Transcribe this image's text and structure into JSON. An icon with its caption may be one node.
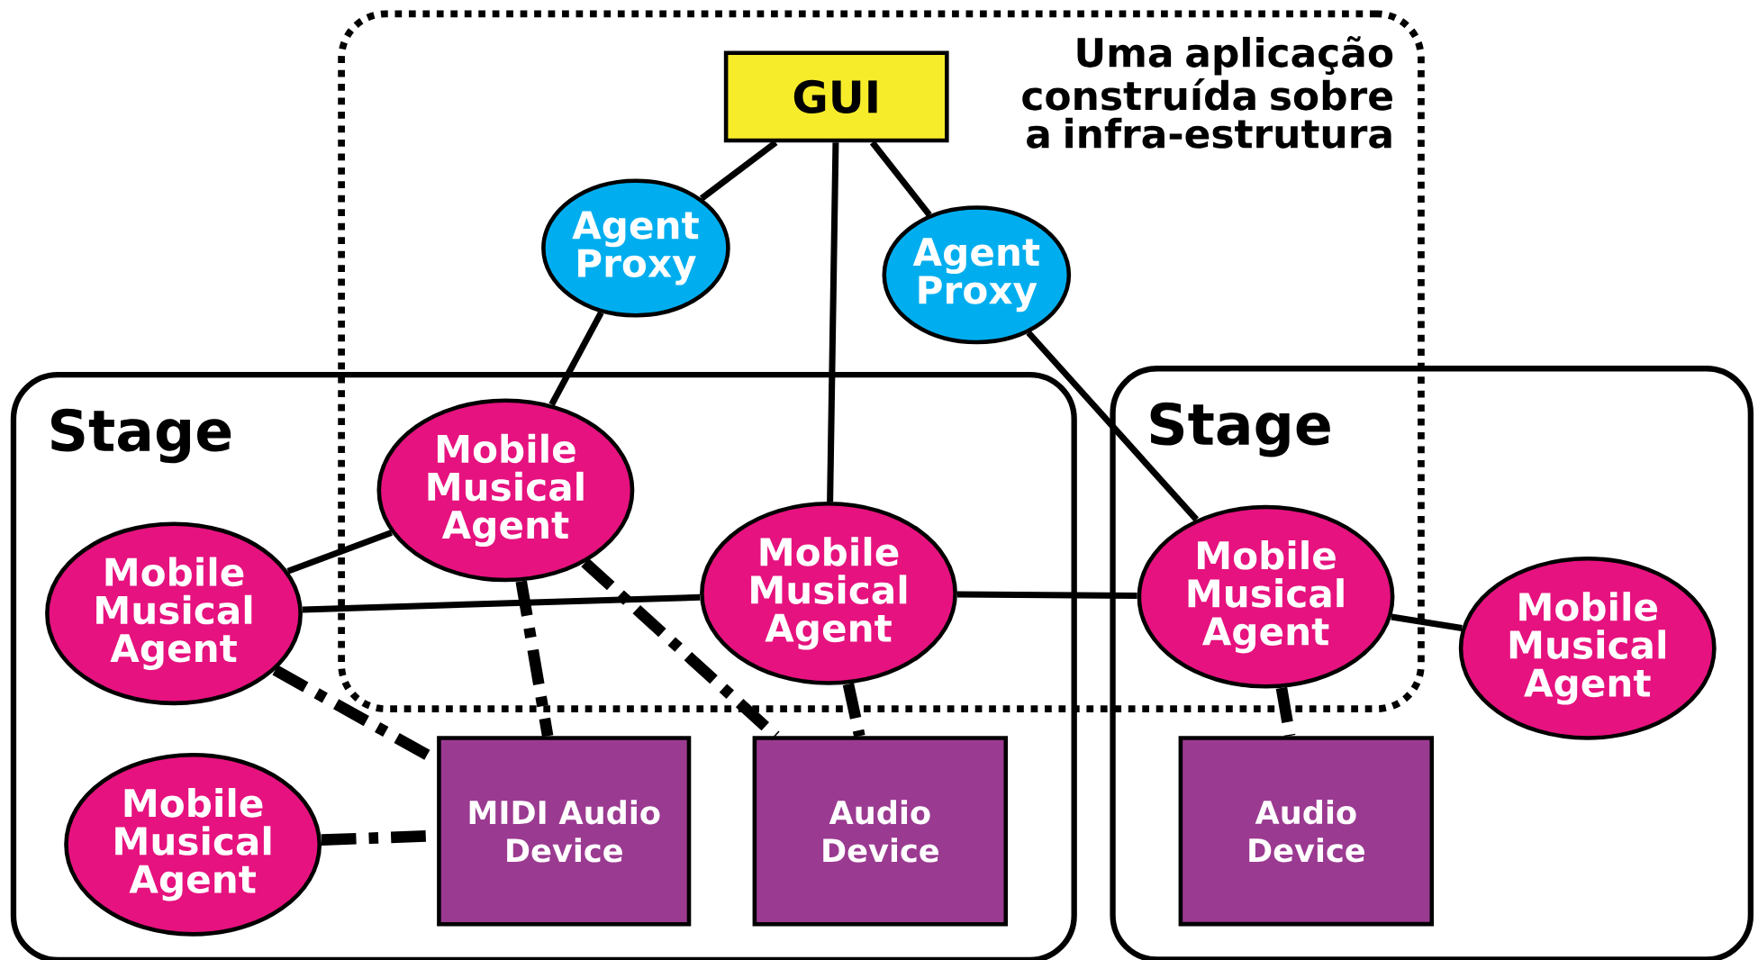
{
  "diagram": {
    "nodes": [
      {
        "text": [
          "Uma aplicação construída sobre a infra-estrutura"
        ]
      },
      {
        "text": [
          "Stage"
        ]
      },
      {
        "text": [
          "Stage"
        ]
      },
      {
        "text": [
          "GUI"
        ],
        "in": 0
      },
      {
        "text": [
          "Agent Proxy"
        ],
        "in": 0
      },
      {
        "text": [
          "Agent Proxy"
        ],
        "in": 0
      },
      {
        "text": [
          "Mobile Musical Agent"
        ]
      },
      {
        "text": [
          "Mobile Musical Agent"
        ],
        "in": 1
      },
      {
        "text": [
          "Mobile Musical Agent"
        ]
      },
      {
        "text": [
          "Mobile Musical Agent"
        ]
      },
      {
        "text": [
          "Mobile Musical Agent"
        ],
        "in": 2
      },
      {
        "text": [
          "Mobile Musical Agent"
        ],
        "in": 1
      },
      {
        "text": [
          "MIDI Audio Device"
        ],
        "in": 1
      },
      {
        "text": [
          "Audio Device"
        ],
        "in": 1
      },
      {
        "text": [
          "Audio Device"
        ],
        "in": 2
      }
    ],
    "edges": [
      {
        "from": 3,
        "to": 4,
        "arrow": "none"
      },
      {
        "from": 3,
        "to": 8,
        "arrow": "none"
      },
      {
        "from": 3,
        "to": 5,
        "arrow": "none"
      },
      {
        "from": 4,
        "to": 6,
        "arrow": "none"
      },
      {
        "from": 5,
        "to": 9,
        "arrow": "none"
      },
      {
        "from": 6,
        "to": 7,
        "arrow": "none"
      },
      {
        "from": 7,
        "to": 8,
        "arrow": "none"
      },
      {
        "from": 8,
        "to": 9,
        "arrow": "none"
      },
      {
        "from": 9,
        "to": 10,
        "arrow": "none"
      },
      {
        "from": 7,
        "to": 12,
        "arrow": "none",
        "style": "dashed"
      },
      {
        "from": 6,
        "to": 12,
        "arrow": "none",
        "style": "dashed"
      },
      {
        "from": 6,
        "to": 13,
        "arrow": "none",
        "style": "dashed"
      },
      {
        "from": 8,
        "to": 13,
        "arrow": "none",
        "style": "dashed"
      },
      {
        "from": 9,
        "to": 14,
        "arrow": "none",
        "style": "dashed"
      },
      {
        "from": 11,
        "to": 12,
        "arrow": "none",
        "style": "dashed"
      }
    ]
  }
}
